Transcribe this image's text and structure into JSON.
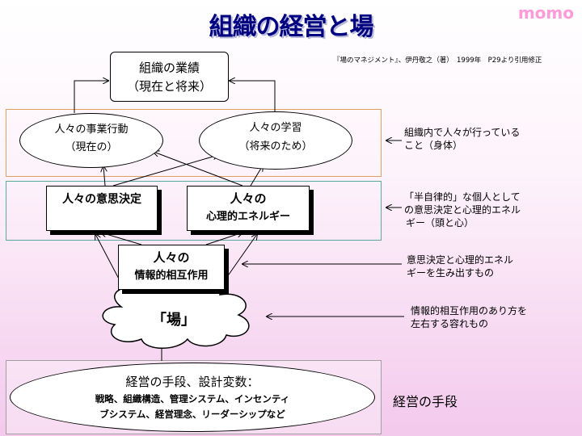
{
  "header": {
    "title": "組織の経営と場",
    "brand": "momo",
    "citation": "『場のマネジメント』、伊丹敬之（著）　1999年　P29より引用修正"
  },
  "nodes": {
    "performance": {
      "line1": "組織の業績",
      "line2": "（現在と将来）"
    },
    "action": {
      "line1": "人々の事業行動",
      "line2": "（現在の）"
    },
    "learning": {
      "line1": "人々の学習",
      "line2": "（将来のため）"
    },
    "decision": {
      "line1": "人々の意思決定"
    },
    "energy": {
      "line1": "人々の",
      "line2": "心理的エネルギー"
    },
    "interaction": {
      "line1": "人々の",
      "line2": "情報的相互作用"
    },
    "ba": {
      "label": "「場」"
    },
    "management": {
      "line1": "経営の手段、設計変数：",
      "line2": "戦略、組織構造、管理システム、インセンティ",
      "line3": "ブシステム、経営理念、リーダーシップなど"
    }
  },
  "notes": {
    "n1": {
      "line1": "組織内で人々が行っている",
      "line2": "こと（身体）"
    },
    "n2": {
      "line1": "「半自律的」な個人として",
      "line2": "の意思決定と心理的エネル",
      "line3": "ギー（頭と心）"
    },
    "n3": {
      "line1": "意思決定と心理的エネル",
      "line2": "ギーを生み出すもの"
    },
    "n4": {
      "line1": "情報的相互作用のあり方を",
      "line2": "左右する容れもの"
    },
    "n5": {
      "line1": "経営の手段"
    }
  },
  "colors": {
    "title": "#000080",
    "brand": "#ff9bd8",
    "frame_orange": "#e0a060",
    "frame_teal": "#5aa8a0",
    "frame_gray": "#a0a0a0",
    "background_bottom": "#f3c9ec"
  },
  "icons": [
    "cloud-shape",
    "left-arrow-icon"
  ]
}
